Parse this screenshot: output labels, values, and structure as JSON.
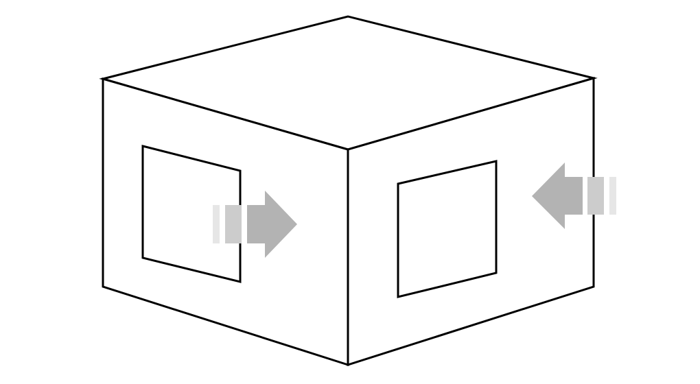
{
  "diagram": {
    "description_free": true,
    "colors": {
      "background": "#ffffff",
      "stroke": "#000000",
      "face_fill": "#ffffff",
      "arrow_head": "#b3b3b3",
      "arrow_stripe_dark": "#cccccc",
      "arrow_stripe_light": "#e6e6e6"
    },
    "elements": {
      "box": "3d-box",
      "left_window": "window-opening",
      "right_window": "window-opening",
      "inflow_arrow_left": "arrow-right",
      "inflow_arrow_right": "arrow-left"
    }
  }
}
